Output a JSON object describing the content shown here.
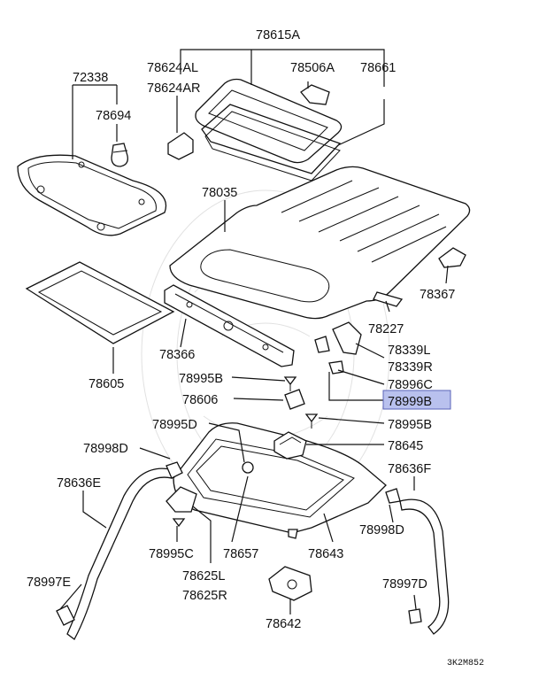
{
  "highlight_color": "#b9c1ee",
  "labels": {
    "p78615A": "78615A",
    "p72338": "72338",
    "p78624AL": "78624AL",
    "p78624AR": "78624AR",
    "p78506A": "78506A",
    "p78661": "78661",
    "p78694": "78694",
    "p78035": "78035",
    "p78367": "78367",
    "p78227": "78227",
    "p78366": "78366",
    "p78605": "78605",
    "p78339L": "78339L",
    "p78339R": "78339R",
    "p78996C": "78996C",
    "p78999B": "78999B",
    "p78995B_top": "78995B",
    "p78606": "78606",
    "p78995B": "78995B",
    "p78995D": "78995D",
    "p78645": "78645",
    "p78998D_left": "78998D",
    "p78636F": "78636F",
    "p78636E": "78636E",
    "p78998D_right": "78998D",
    "p78995C": "78995C",
    "p78657": "78657",
    "p78643": "78643",
    "p78625L": "78625L",
    "p78625R": "78625R",
    "p78997E": "78997E",
    "p78997D": "78997D",
    "p78642": "78642"
  },
  "diagram_code": "3K2M852"
}
